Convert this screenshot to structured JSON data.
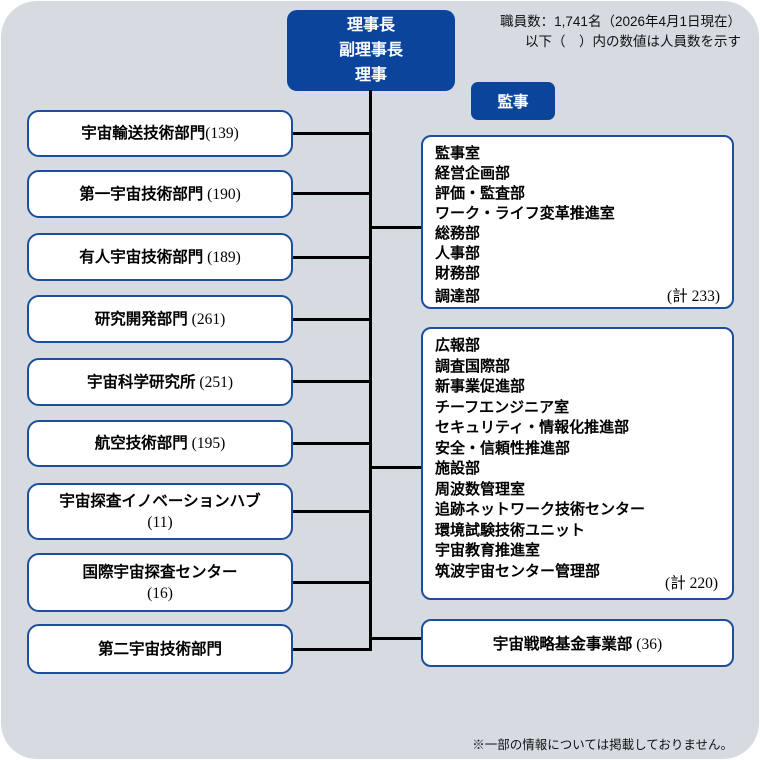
{
  "colors": {
    "panel_bg": "#D6DBE2",
    "brand_blue": "#0B449B",
    "box_border_blue": "#1D4E9E",
    "connector": "#000000"
  },
  "header": {
    "line1": "職員数：1,741名（2026年4月1日現在）",
    "line2": "以下（　）内の数値は人員数を示す"
  },
  "executive_box": {
    "line1": "理事長",
    "line2": "副理事長",
    "line3": "理事"
  },
  "auditor_box": {
    "label": "監事"
  },
  "left_boxes": [
    {
      "name": "宇宙輸送技術部門",
      "count": "(139)"
    },
    {
      "name": "第一宇宙技術部門",
      "count": " (190)"
    },
    {
      "name": "有人宇宙技術部門",
      "count": " (189)"
    },
    {
      "name": "研究開発部門",
      "count": " (261)"
    },
    {
      "name": "宇宙科学研究所",
      "count": " (251)"
    },
    {
      "name": "航空技術部門",
      "count": " (195)"
    },
    {
      "name": "宇宙探査イノベーションハブ",
      "count": "(11)"
    },
    {
      "name": "国際宇宙探査センター",
      "count": "(16)"
    },
    {
      "name": "第二宇宙技術部門",
      "count": ""
    }
  ],
  "right_boxes": [
    {
      "items": [
        "監事室",
        "経営企画部",
        "評価・監査部",
        "ワーク・ライフ変革推進室",
        "総務部",
        "人事部",
        "財務部",
        "調達部"
      ],
      "total": "(計 233)"
    },
    {
      "items": [
        "広報部",
        "調査国際部",
        "新事業促進部",
        "チーフエンジニア室",
        "セキュリティ・情報化推進部",
        "安全・信頼性推進部",
        "施設部",
        "周波数管理室",
        "追跡ネットワーク技術センター",
        "環境試験技術ユニット",
        "宇宙教育推進室",
        "筑波宇宙センター管理部"
      ],
      "total": "(計 220)"
    },
    {
      "name": "宇宙戦略基金事業部",
      "count": " (36)"
    }
  ],
  "footnote": "※一部の情報については掲載しておりません。"
}
